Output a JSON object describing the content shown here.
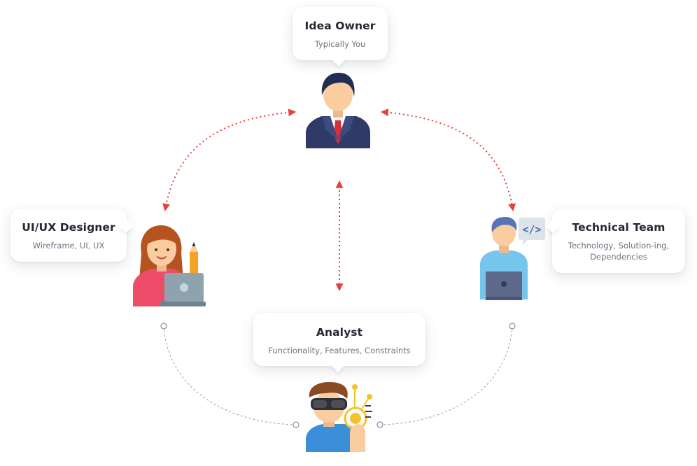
{
  "nodes": {
    "idea_owner": {
      "title": "Idea Owner",
      "subtitle": "Typically You"
    },
    "designer": {
      "title": "UI/UX Designer",
      "subtitle": "Wireframe, UI, UX"
    },
    "technical": {
      "title": "Technical Team",
      "subtitle": "Technology, Solution-ing, Dependencies"
    },
    "analyst": {
      "title": "Analyst",
      "subtitle": "Functionality, Features, Constraints"
    }
  },
  "code_badge": "</>",
  "colors": {
    "arrow": "#e8413d",
    "dashed_link": "#9aa0a8",
    "suit": "#2f3b66",
    "tie": "#d92e3b",
    "skin": "#f9cda0",
    "designer_hair": "#b5541e",
    "designer_top": "#ee4d6a",
    "laptop": "#8fa3ae",
    "tech_shirt": "#76c5ec",
    "tech_hair": "#5774b8",
    "analyst_shirt": "#3b8fd9",
    "accent_yellow": "#f5c22b"
  },
  "icons": {
    "idea_owner": "businessman-icon",
    "designer": "designer-woman-icon",
    "technical": "developer-icon",
    "analyst": "analyst-vr-icon"
  }
}
